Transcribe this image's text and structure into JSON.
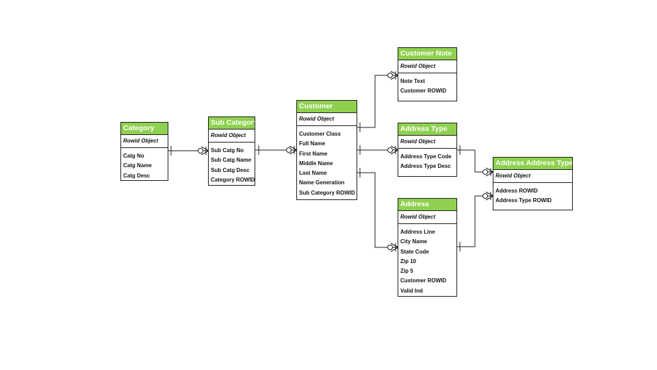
{
  "entities": {
    "category": {
      "title": "Category",
      "pk": "Rowid Object",
      "attributes": [
        "Catg No",
        "Catg Name",
        "Catg Desc"
      ]
    },
    "sub_category": {
      "title": "Sub Category",
      "pk": "Rowid Object",
      "attributes": [
        "Sub Catg No",
        "Sub Catg Name",
        "Sub Catg Desc",
        "Category ROWID"
      ]
    },
    "customer": {
      "title": "Customer",
      "pk": "Rowid Object",
      "attributes": [
        "Customer Class",
        "Full Name",
        "First Name",
        "Middle Name",
        "Last Name",
        "Name Generation",
        "Sub Category ROWID"
      ]
    },
    "customer_note": {
      "title": "Customer Note",
      "pk": "Rowid Object",
      "attributes": [
        "Note Text",
        "Customer ROWID"
      ]
    },
    "address_type": {
      "title": "Address Type",
      "pk": "Rowid Object",
      "attributes": [
        "Address Type Code",
        "Address Type Desc"
      ]
    },
    "address_address_type": {
      "title": "Address Address Type",
      "pk": "Rowid Object",
      "attributes": [
        "Address ROWID",
        "Address Type ROWID"
      ]
    },
    "address": {
      "title": "Address",
      "pk": "Rowid Object",
      "attributes": [
        "Address Line",
        "City Name",
        "State Code",
        "Zip 10",
        "Zip 5",
        "Customer ROWID",
        "Valid Ind"
      ]
    }
  },
  "relationships": [
    {
      "from": "category",
      "to": "sub_category",
      "from_end": "one",
      "to_end": "zero-or-many"
    },
    {
      "from": "sub_category",
      "to": "customer",
      "from_end": "one",
      "to_end": "zero-or-many"
    },
    {
      "from": "customer",
      "to": "customer_note",
      "from_end": "one",
      "to_end": "zero-or-many"
    },
    {
      "from": "customer",
      "to": "address_type",
      "from_end": "one",
      "to_end": "zero-or-many"
    },
    {
      "from": "customer",
      "to": "address",
      "from_end": "one",
      "to_end": "zero-or-many"
    },
    {
      "from": "address_type",
      "to": "address_address_type",
      "from_end": "one",
      "to_end": "zero-or-many"
    },
    {
      "from": "address",
      "to": "address_address_type",
      "from_end": "one",
      "to_end": "zero-or-many"
    }
  ],
  "colors": {
    "header_fill": "#8fd14f",
    "header_text": "#ffffff",
    "line": "#1a1a1a"
  }
}
